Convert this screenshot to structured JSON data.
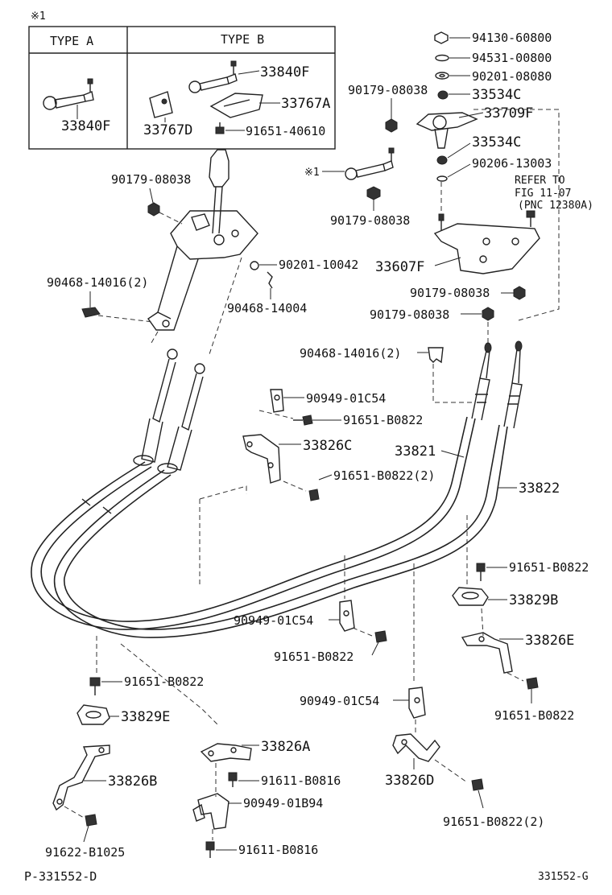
{
  "note_mark": "※1",
  "type_table": {
    "col_a": "TYPE A",
    "col_b": "TYPE B",
    "a_part": "33840F",
    "b_parts": [
      "33840F",
      "33767A",
      "33767D",
      "91651-40610"
    ]
  },
  "parts": {
    "p94130": "94130-60800",
    "p94531": "94531-00800",
    "p90201a": "90201-08080",
    "p90179a": "90179-08038",
    "p33534c_a": "33534C",
    "p33709f": "33709F",
    "p33534c_b": "33534C",
    "p90206": "90206-13003",
    "refer1": "REFER TO",
    "refer2": "FIG 11-07",
    "refer3": "(PNC 12380A)",
    "star1": "※1",
    "p90179b": "90179-08038",
    "p90179c": "90179-08038",
    "p33607f": "33607F",
    "p90179d": "90179-08038",
    "p90179e": "90179-08038",
    "p90201b": "90201-10042",
    "p90468a": "90468-14016(2)",
    "p90468b": "90468-14004",
    "p90468c": "90468-14016(2)",
    "p90949a": "90949-01C54",
    "p91651a": "91651-B0822",
    "p33826c": "33826C",
    "p91651b": "91651-B0822(2)",
    "p33821": "33821",
    "p33822": "33822",
    "p91651c": "91651-B0822",
    "p33829b": "33829B",
    "p90949b": "90949-01C54",
    "p33826e": "33826E",
    "p91651d": "91651-B0822",
    "p91651e": "91651-B0822",
    "p91651f": "91651-B0822",
    "p33829e": "33829E",
    "p90949c": "90949-01C54",
    "p33826a": "33826A",
    "p33826b": "33826B",
    "p91611a": "91611-B0816",
    "p90949d": "90949-01B94",
    "p33826d": "33826D",
    "p91651g": "91651-B0822(2)",
    "p91622": "91622-B1025",
    "p91611b": "91611-B0816"
  },
  "footer": {
    "left_code": "P-331552-D",
    "right_code": "331552-G"
  }
}
